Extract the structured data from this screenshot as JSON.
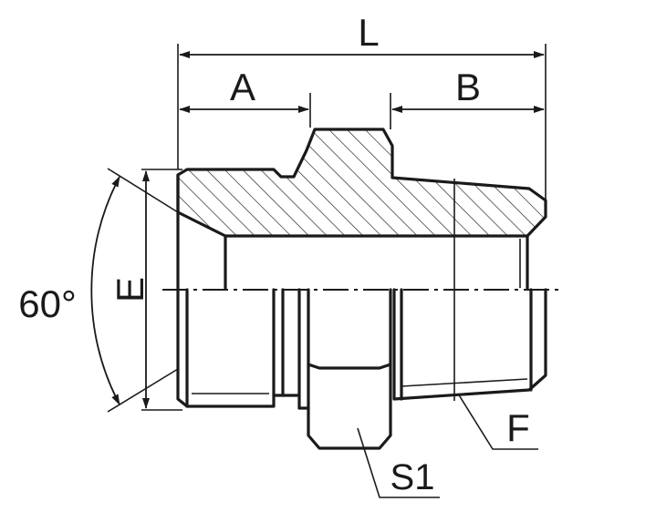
{
  "diagram": {
    "dimension_labels": {
      "overall_length": "L",
      "left_length": "A",
      "right_length": "B",
      "thread_diameter": "E",
      "cone_angle": "60°",
      "taper_thread": "F",
      "hex_size": "S1"
    },
    "colors": {
      "line": "#1a1a1a",
      "background": "#ffffff"
    }
  }
}
